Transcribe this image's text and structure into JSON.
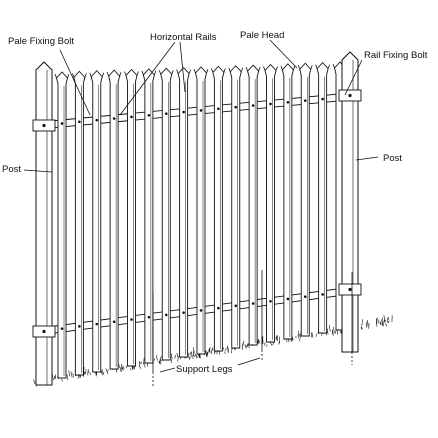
{
  "labels": {
    "pale_fixing_bolt": "Pale Fixing Bolt",
    "horizontal_rails": "Horizontal Rails",
    "pale_head": "Pale Head",
    "rail_fixing_bolt": "Rail Fixing Bolt",
    "post_left": "Post",
    "post_right": "Post",
    "support_legs": "Support Legs"
  },
  "colors": {
    "ink": "#111111",
    "paper": "#ffffff"
  }
}
